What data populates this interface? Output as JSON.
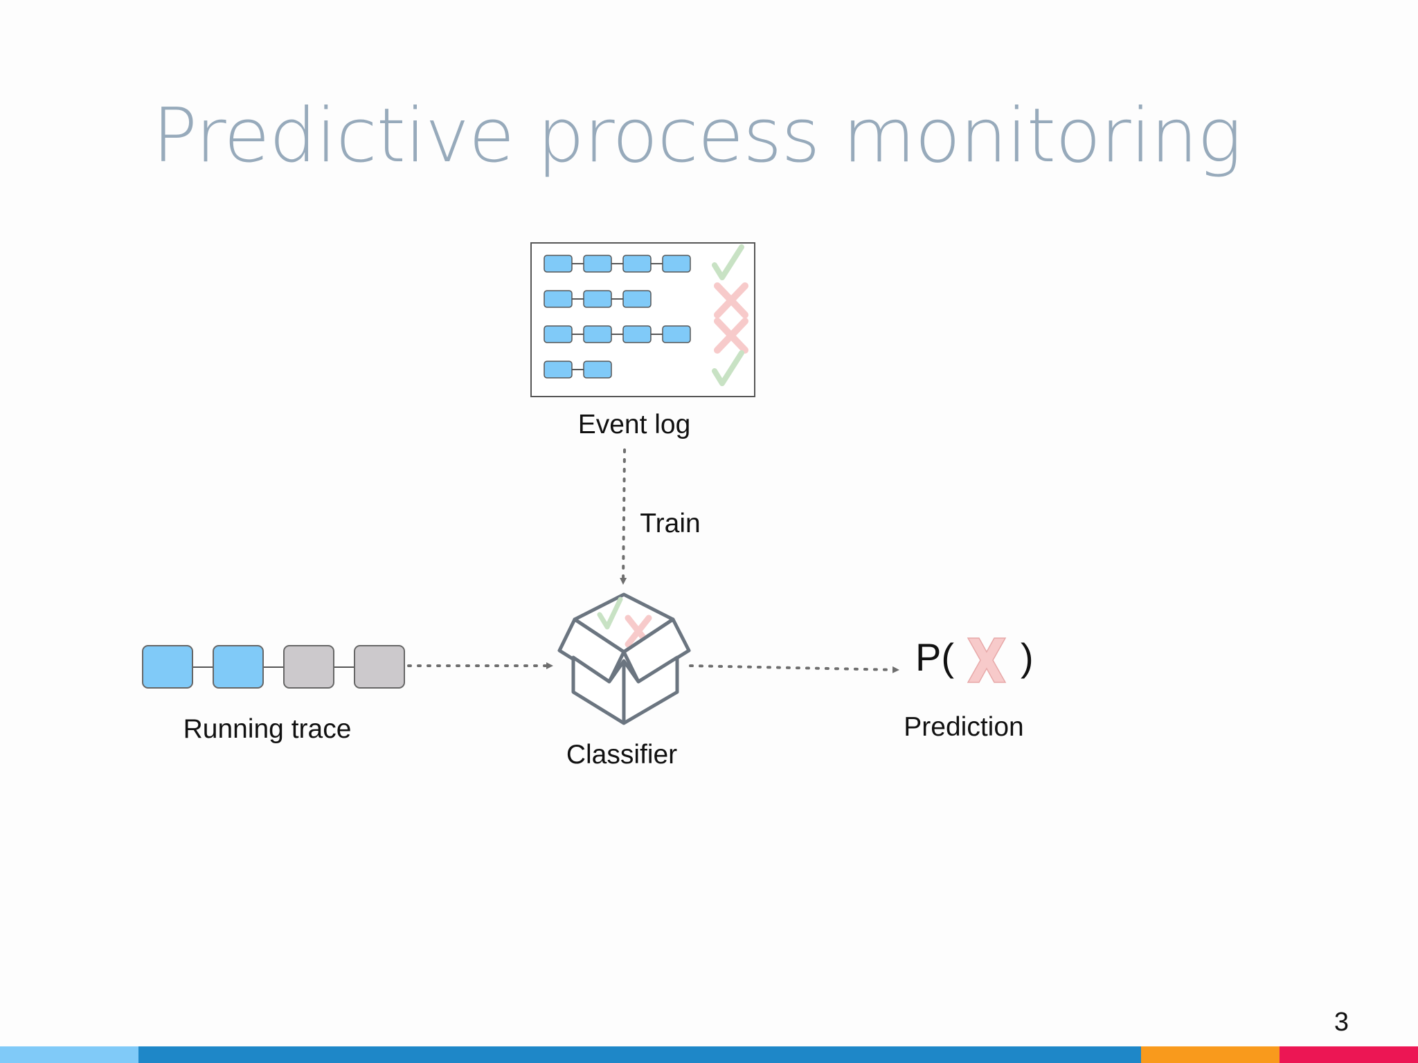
{
  "slide": {
    "title": "Predictive process monitoring",
    "page_number": "3"
  },
  "diagram": {
    "event_log": {
      "label": "Event log",
      "traces": [
        {
          "length": 4,
          "outcome": "check"
        },
        {
          "length": 3,
          "outcome": "cross"
        },
        {
          "length": 4,
          "outcome": "cross"
        },
        {
          "length": 2,
          "outcome": "check"
        }
      ]
    },
    "train_label": "Train",
    "classifier_label": "Classifier",
    "running_trace": {
      "label": "Running trace",
      "events": [
        "observed",
        "observed",
        "pending",
        "pending"
      ]
    },
    "prediction": {
      "label": "Prediction",
      "open": "P(",
      "close": ")",
      "icon": "cross-icon"
    }
  },
  "colors": {
    "title": "#97aabb",
    "event_fill": "#80caf8",
    "pending_fill": "#ccc9cc",
    "box_stroke": "#6b7580",
    "check": "#c8e2c4",
    "cross": "#f7caca",
    "arrow": "#6e6e6e"
  },
  "footer_bar": [
    "#80caf8",
    "#1e87c8",
    "#f99a1c",
    "#ec1654"
  ]
}
